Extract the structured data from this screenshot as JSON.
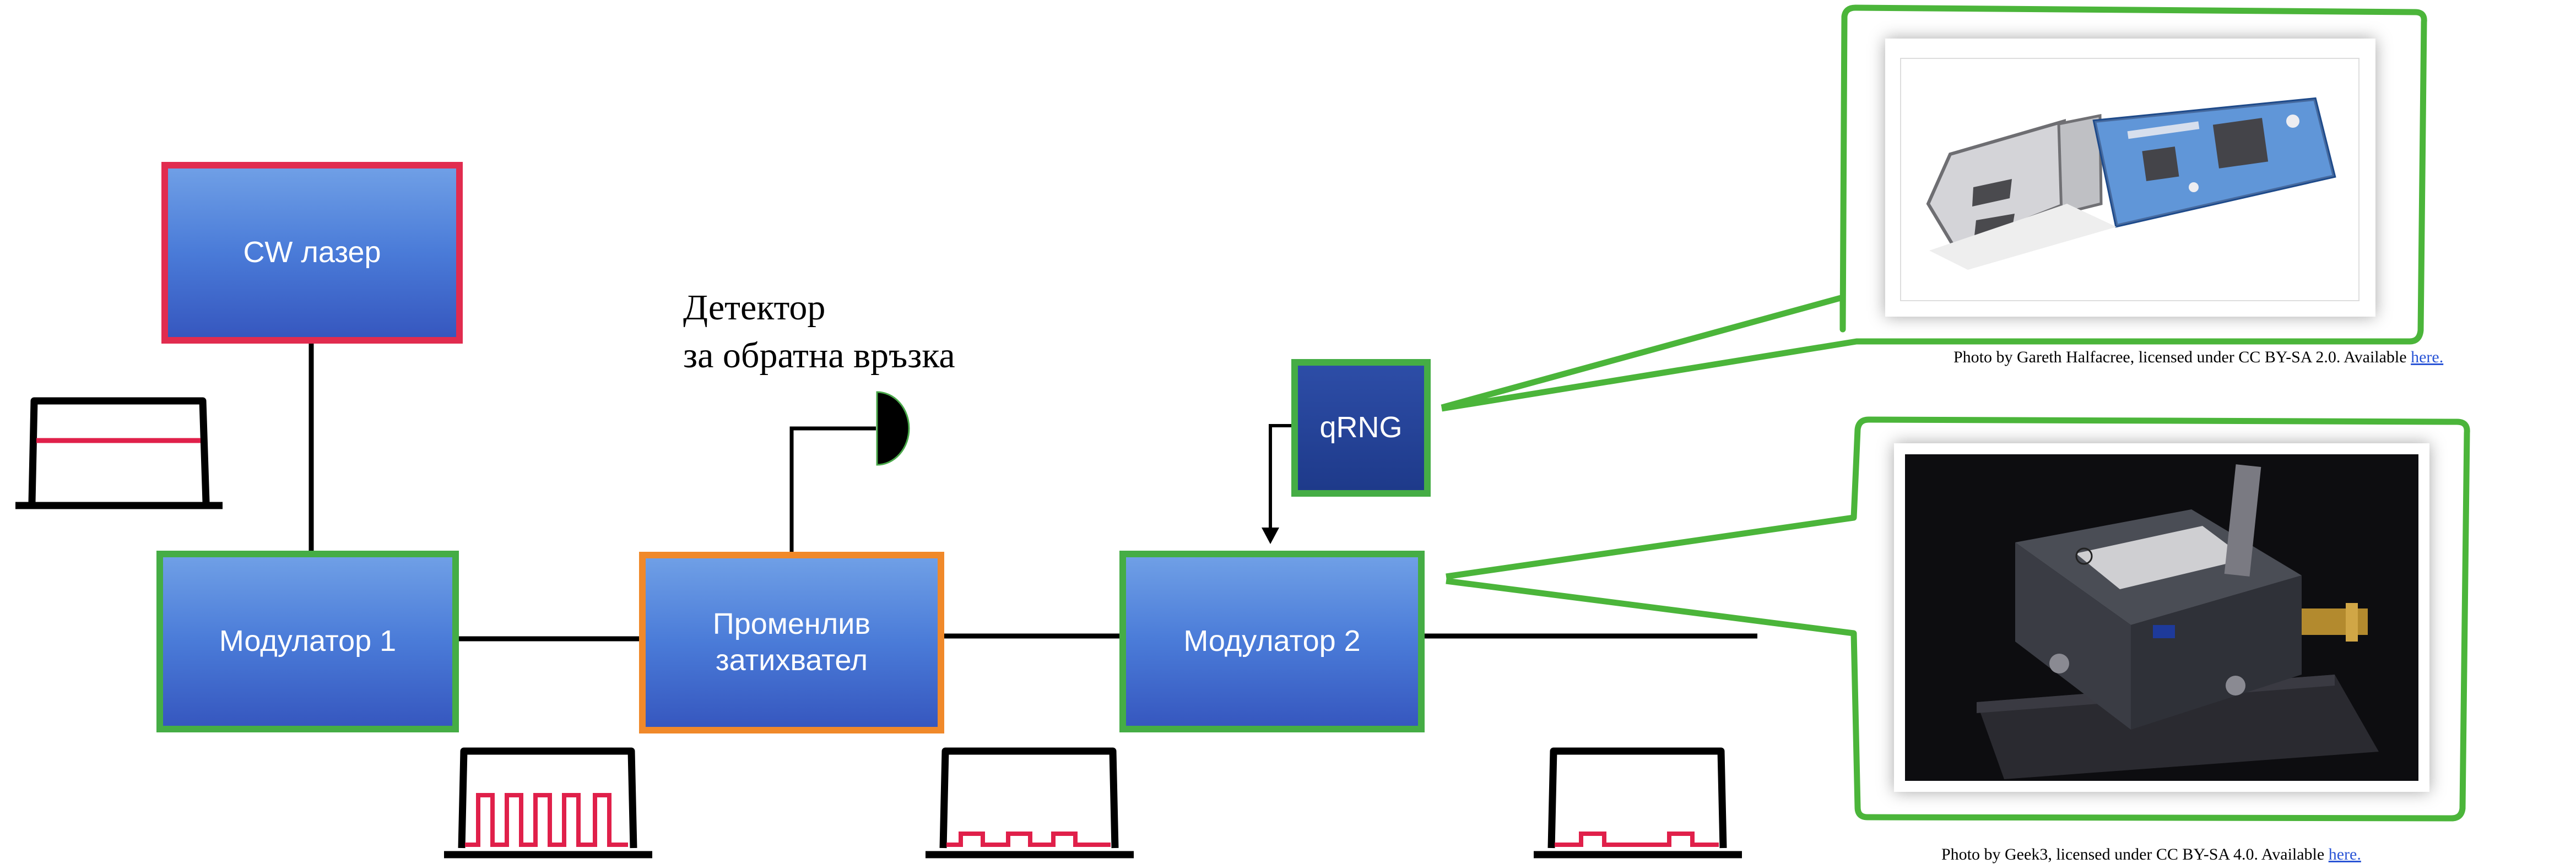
{
  "nodes": {
    "cw_laser": "CW лазер",
    "modulator1": "Модулатор 1",
    "attenuator_line1": "Променлив",
    "attenuator_line2": "затихвател",
    "modulator2": "Модулатор 2",
    "qrng": "qRNG"
  },
  "detector_label": {
    "line1": "Детектор",
    "line2": "за обратна връзка"
  },
  "credits": {
    "usb_text": "Photo by Gareth Halfacree, licensed under CC BY-SA 2.0. Available ",
    "usb_link": "here.",
    "mod_text": "Photo by Geek3, licensed under CC BY-SA 4.0. Available ",
    "mod_link": "here."
  },
  "icons": [
    "signal-scope-icon",
    "detector-icon",
    "usb-qrng-photo",
    "modulator-photo",
    "arrow-down-icon"
  ],
  "colors": {
    "box_blue_top": "#6f9fe6",
    "box_blue_bottom": "#3657bf",
    "border_red": "#e12c4f",
    "border_green": "#45ad45",
    "border_orange": "#f0892a",
    "signal_pink": "#e0204a",
    "callout_green": "#4bb53a",
    "link_blue": "#2a55d6"
  }
}
